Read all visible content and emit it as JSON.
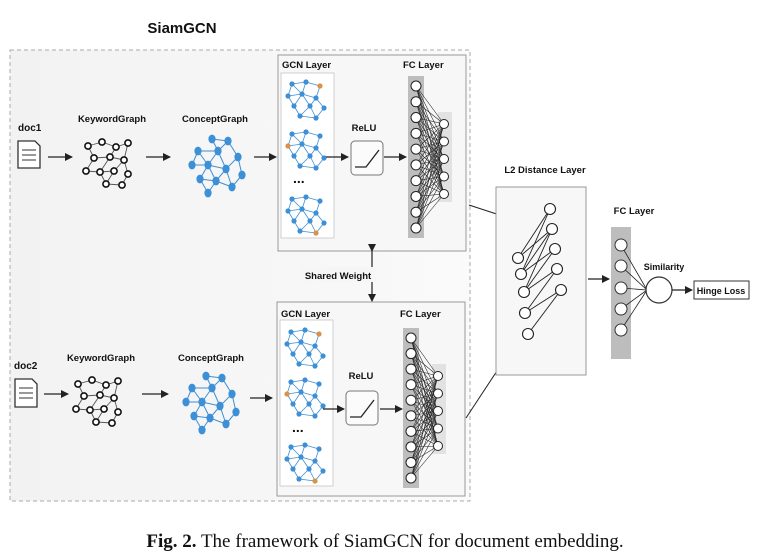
{
  "title": "SiamGCN",
  "top": {
    "doc": "doc1",
    "keyword": "KeywordGraph",
    "concept": "ConceptGraph",
    "gcn": "GCN Layer",
    "fc": "FC Layer",
    "relu": "ReLU",
    "dots": "..."
  },
  "bottom": {
    "doc": "doc2",
    "keyword": "KeywordGraph",
    "concept": "ConceptGraph",
    "gcn": "GCN Layer",
    "fc": "FC Layer",
    "relu": "ReLU",
    "dots": "..."
  },
  "shared_weight": "Shared Weight",
  "l2_layer": "L2 Distance Layer",
  "fc_right": "FC Layer",
  "similarity": "Similarity",
  "hinge_loss": "Hinge Loss",
  "caption": {
    "label": "Fig. 2.",
    "text": "The framework of SiamGCN for document embedding."
  },
  "colors": {
    "node_blue": "#3d8fd6",
    "node_orange": "#d8924a",
    "frame_gray": "#bbbbbb",
    "fc_bar": "#bdbdbd"
  }
}
